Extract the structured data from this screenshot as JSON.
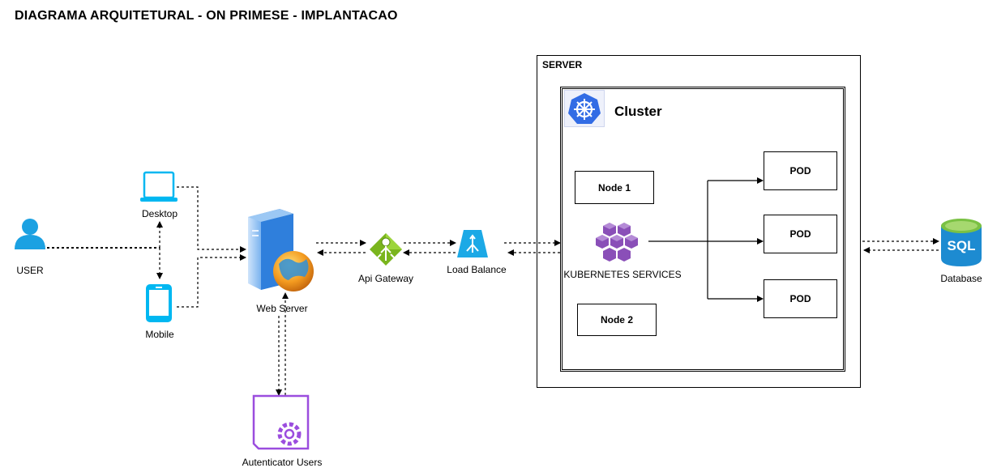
{
  "title": "DIAGRAMA ARQUITETURAL - ON PRIMESE - IMPLANTACAO",
  "nodes": {
    "user": "USER",
    "desktop": "Desktop",
    "mobile": "Mobile",
    "web_server": "Web Server",
    "api_gateway": "Api Gateway",
    "load_balance": "Load Balance",
    "authenticator": "Autenticator Users",
    "database": "Database",
    "database_icon_text": "SQL"
  },
  "server": {
    "title": "SERVER",
    "cluster_title": "Cluster",
    "node1": "Node 1",
    "node2": "Node 2",
    "k8s_services": "KUBERNETES SERVICES",
    "pods": [
      "POD",
      "POD",
      "POD"
    ]
  },
  "colors": {
    "user": "#1ba1e2",
    "device": "#00b7f1",
    "web_server": "#2a7de1",
    "api_gateway": "#7ab51d",
    "load_balance": "#1ca9e6",
    "authenticator": "#9b4dde",
    "k8s_badge": "#326ce5",
    "k8s_services": "#8a4fb8",
    "database": "#1d8bd1"
  },
  "icons": {
    "user": "user-icon",
    "desktop": "laptop-icon",
    "mobile": "mobile-icon",
    "web_server": "web-server-icon",
    "api_gateway": "api-gateway-icon",
    "load_balance": "load-balancer-icon",
    "authenticator": "gear-icon",
    "k8s": "kubernetes-icon",
    "k8s_services": "kubernetes-services-icon",
    "database": "sql-database-icon"
  }
}
